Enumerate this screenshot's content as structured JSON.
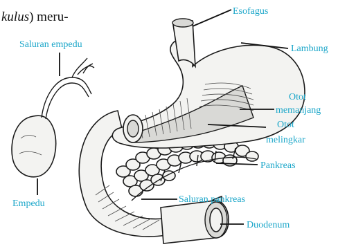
{
  "text_fragment": {
    "italic": "kulus",
    "rest": ") meru-"
  },
  "labels": {
    "esofagus": "Esofagus",
    "lambung": "Lambung",
    "saluran_empedu": "Saluran empedu",
    "otot_memanjang_line1": "Otot",
    "otot_memanjang_line2": "memanjang",
    "otot_melingkar_line1": "Otot",
    "otot_melingkar_line2": "melingkar",
    "pankreas": "Pankreas",
    "saluran_pankreas": "Saluran pankreas",
    "empedu": "Empedu",
    "duodenum": "Duodenum"
  },
  "colors": {
    "label": "#1aa6c9",
    "line": "#111111"
  }
}
